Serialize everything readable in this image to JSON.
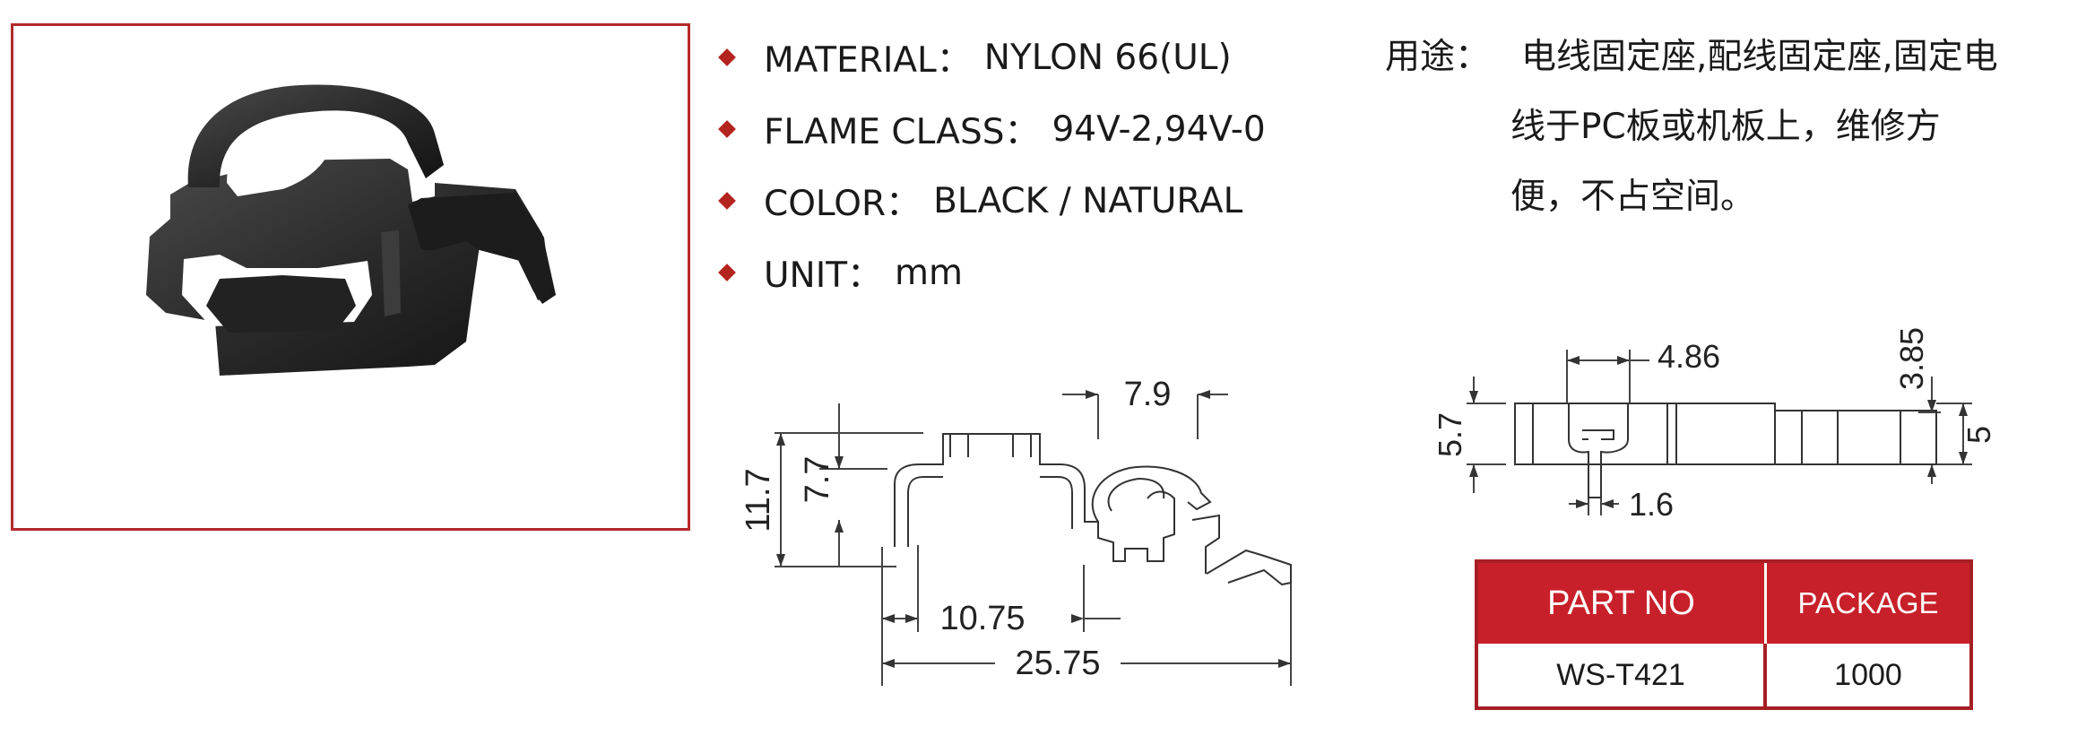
{
  "specs": [
    {
      "label": "MATERIAL：",
      "value": "NYLON 66(UL)"
    },
    {
      "label": "FLAME CLASS：",
      "value": "94V-2,94V-0"
    },
    {
      "label": "COLOR：",
      "value": "BLACK / NATURAL"
    },
    {
      "label": "UNIT：",
      "value": "mm"
    }
  ],
  "usage": {
    "label": "用途：",
    "lines": [
      "电线固定座,配线固定座,固定电",
      "线于PC板或机板上，维修方",
      "便，不占空间。"
    ]
  },
  "dimensions": {
    "front": {
      "overall_height": "11.7",
      "inner_height": "7.7",
      "head_width": "7.9",
      "base_gap": "10.75",
      "overall_length": "25.75"
    },
    "top": {
      "height_left": "5.7",
      "slot_width": "4.86",
      "stem_width": "1.6",
      "clip_height": "3.85",
      "clip_width": "5"
    }
  },
  "table": {
    "headers": {
      "part": "PART NO",
      "package": "PACKAGE"
    },
    "row": {
      "part": "WS-T421",
      "package": "1000"
    }
  },
  "colors": {
    "accent": "#c8202a",
    "border": "#a61f24"
  }
}
